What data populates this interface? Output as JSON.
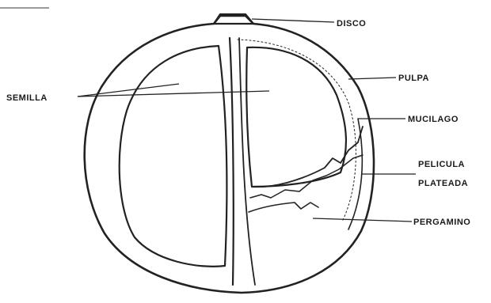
{
  "labels": {
    "disco": "DISCO",
    "pulpa": "PULPA",
    "semilla": "SEMILLA",
    "mucilago": "MUCILAGO",
    "pelicula": "PELICULA",
    "plateada": "PLATEADA",
    "pergamino": "PERGAMINO"
  },
  "colors": {
    "ink": "#222222",
    "paper": "#ffffff",
    "shade": "#d9d9d9"
  }
}
